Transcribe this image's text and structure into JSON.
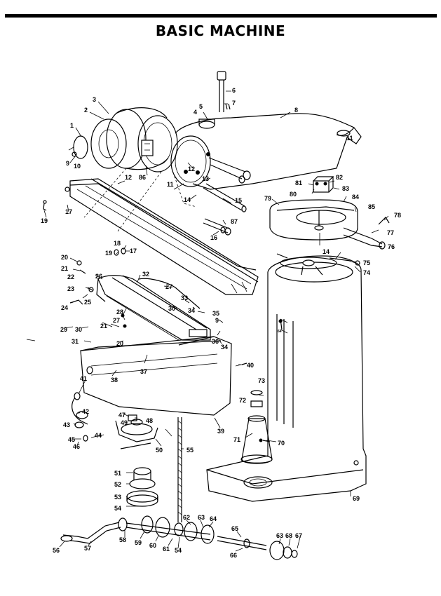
{
  "title": "BASIC MACHINE",
  "labels": {
    "p1": "1",
    "p2": "2",
    "p3": "3",
    "p4": "4",
    "p5": "5",
    "p6": "6",
    "p7": "7",
    "p8": "8",
    "p9": "9",
    "p10": "10",
    "p11": "11",
    "p12": "12",
    "p12b": "12",
    "p13": "13",
    "p14": "14",
    "p14b": "14",
    "p15": "15",
    "p16": "16",
    "p17": "17",
    "p17b": "17",
    "p18": "18",
    "p19": "19",
    "p19b": "19",
    "p20": "20",
    "p20b": "20",
    "p21": "21",
    "p21b": "21",
    "p22": "22",
    "p23": "23",
    "p24": "24",
    "p25": "25",
    "p26": "26",
    "p27": "27",
    "p27b": "27",
    "p28": "28",
    "p29": "29",
    "p30": "30",
    "p30b": "30",
    "p31": "31",
    "p32": "32",
    "p33": "33",
    "p34": "34",
    "p34b": "34",
    "p35": "35",
    "p36": "36",
    "p37": "37",
    "p38": "38",
    "p39": "39",
    "p40": "40",
    "p41": "41",
    "p42": "42",
    "p43": "43",
    "p44": "44",
    "p45": "45",
    "p46": "46",
    "p47": "47",
    "p48": "48",
    "p49": "49",
    "p50": "50",
    "p51": "51",
    "p52": "52",
    "p53": "53",
    "p54": "54",
    "p54b": "54",
    "p55": "55",
    "p56": "56",
    "p57": "57",
    "p58": "58",
    "p59": "59",
    "p60": "60",
    "p61": "61",
    "p62": "62",
    "p63": "63",
    "p63b": "63",
    "p64": "64",
    "p65": "65",
    "p66": "66",
    "p67": "67",
    "p68": "68",
    "p69": "69",
    "p70": "70",
    "p71": "71",
    "p72": "72",
    "p73": "73",
    "p74": "74",
    "p75": "75",
    "p76": "76",
    "p77": "77",
    "p78": "78",
    "p79": "79",
    "p80": "80",
    "p81": "81",
    "p82": "82",
    "p83": "83",
    "p84": "84",
    "p85": "85",
    "p86": "86",
    "p87": "87",
    "p9b": "9",
    "p11b": "11",
    "p64small": "64"
  }
}
